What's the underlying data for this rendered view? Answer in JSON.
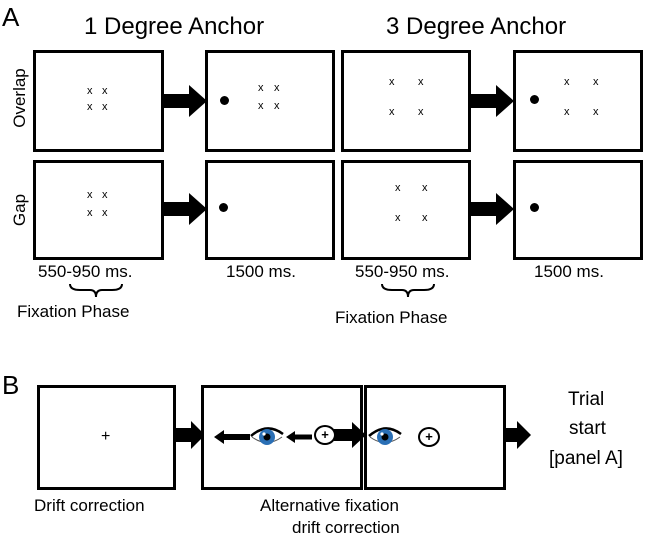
{
  "panel_a": {
    "letter": "A",
    "col1_title": "1 Degree Anchor",
    "col2_title": "3 Degree Anchor",
    "row1_label": "Overlap",
    "row2_label": "Gap",
    "timing_fixation": "550-950 ms.",
    "timing_target": "1500 ms.",
    "brace_label": "Fixation Phase",
    "stimulus_symbol": "x"
  },
  "panel_b": {
    "letter": "B",
    "fixation_symbol": "+",
    "label_drift": "Drift correction",
    "label_alt_line1": "Alternative fixation",
    "label_alt_line2": "drift correction",
    "trial_start_line1": "Trial",
    "trial_start_line2": "start",
    "trial_start_line3": "[panel A]"
  },
  "colors": {
    "ink": "#000000",
    "eye_iris": "#2a6fb5"
  }
}
